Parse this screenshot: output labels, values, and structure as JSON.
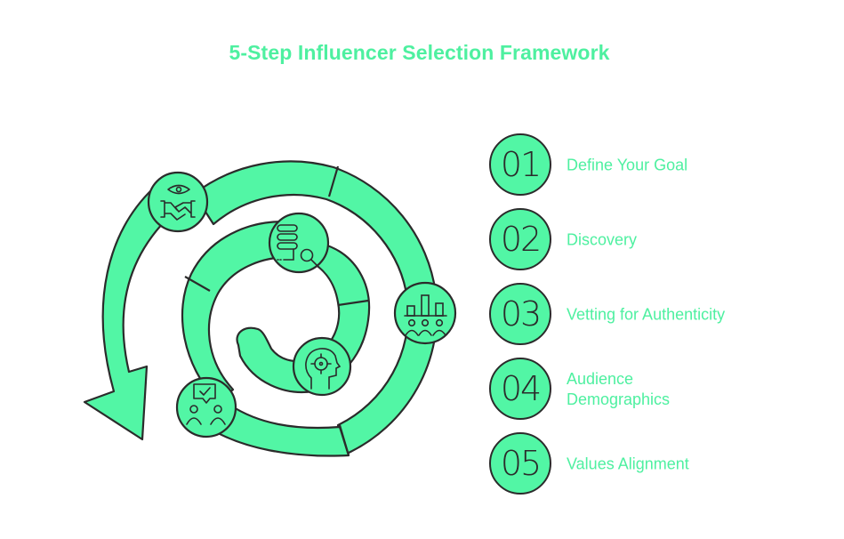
{
  "title": "5-Step Influencer Selection Framework",
  "colors": {
    "accent": "#52f6a5",
    "accent_text": "#4ef0a0",
    "outline": "#2b2b2b",
    "background": "#ffffff"
  },
  "steps": [
    {
      "number": "01",
      "label": "Define Your Goal",
      "icon": "target-head-icon"
    },
    {
      "number": "02",
      "label": "Discovery",
      "icon": "database-search-icon"
    },
    {
      "number": "03",
      "label": "Vetting for Authenticity",
      "icon": "audience-chart-icon"
    },
    {
      "number": "04",
      "label": "Audience\nDemographics",
      "label_lines": [
        "Audience",
        "Demographics"
      ],
      "icon": "approval-chat-people-icon"
    },
    {
      "number": "05",
      "label": "Values Alignment",
      "icon": "eye-handshake-icon"
    }
  ]
}
